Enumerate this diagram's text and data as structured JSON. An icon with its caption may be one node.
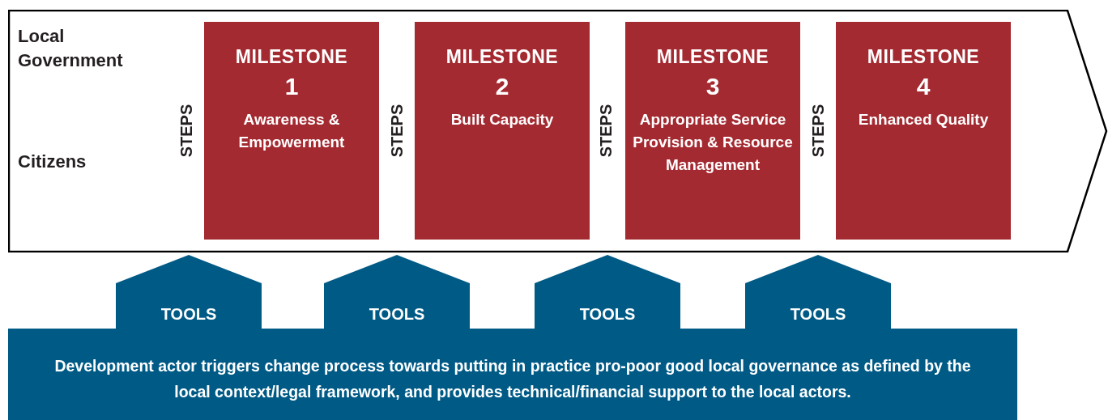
{
  "diagram": {
    "nodes": [
      {
        "text": [],
        "shape": "arrow"
      },
      {
        "text": [
          "MILESTONE",
          "1",
          "Awareness & Empowerment"
        ],
        "in": 0
      },
      {
        "text": [
          "MILESTONE",
          "2",
          "Built Capacity"
        ],
        "in": 0
      },
      {
        "text": [
          "MILESTONE",
          "3",
          "Appropriate Service Provision & Resource Management"
        ],
        "in": 0
      },
      {
        "text": [
          "MILESTONE",
          "4",
          "Enhanced Quality"
        ],
        "in": 0
      },
      {
        "text": [
          "TOOLS"
        ]
      },
      {
        "text": [
          "TOOLS"
        ]
      },
      {
        "text": [
          "TOOLS"
        ]
      },
      {
        "text": [
          "TOOLS"
        ]
      },
      {
        "text": [
          "Development actor triggers change process towards putting in practice pro-poor good local governance as defined by the local context/legal framework, and provides technical/financial support to the local actors."
        ]
      }
    ],
    "edges": [],
    "labels": [
      "Local Government",
      "Citizens",
      "STEPS",
      "STEPS",
      "STEPS",
      "STEPS"
    ]
  }
}
